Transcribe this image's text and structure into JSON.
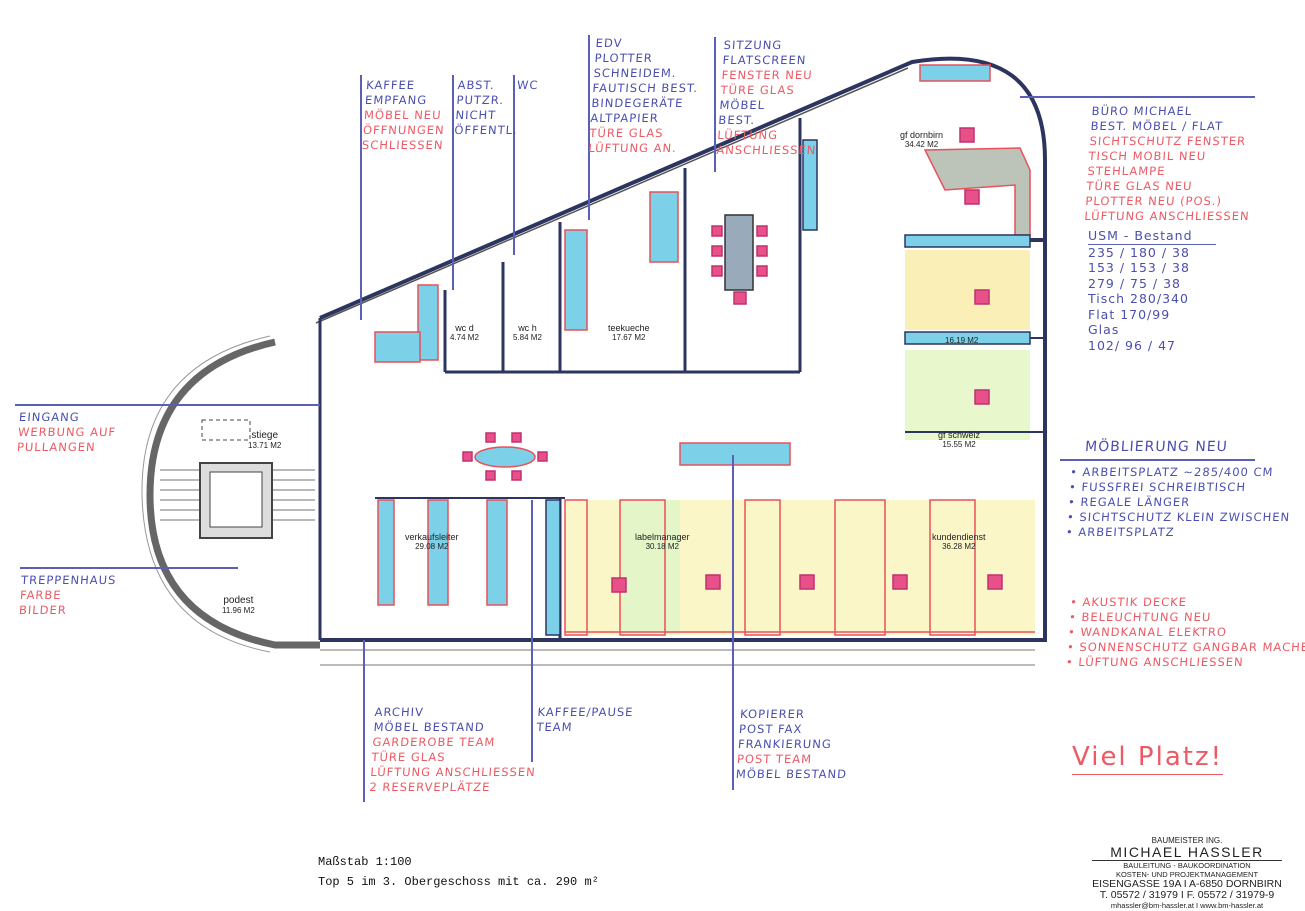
{
  "colors": {
    "blue_ink": "#4a4fb0",
    "red_ink": "#ec5a64",
    "wall": "#2c3560",
    "furniture_blue": "#7cd0e8",
    "chair_pink": "#e8508a"
  },
  "rooms": {
    "stiege": {
      "name": "stiege",
      "area": "13.71 M2"
    },
    "podest": {
      "name": "podest",
      "area": "11.96 M2"
    },
    "wc_d": {
      "name": "wc d",
      "area": "4.74 M2"
    },
    "wc_h": {
      "name": "wc h",
      "area": "5.84 M2"
    },
    "teekueche": {
      "name": "teekueche",
      "area": "17.67 M2"
    },
    "gf_dornbirn": {
      "name": "gf dornbirn",
      "area": "34.42 M2"
    },
    "office_16": {
      "area": "16,19 M2"
    },
    "gf_schweiz": {
      "name": "gf schweiz",
      "area": "15.55 M2"
    },
    "verkaufsleiter": {
      "name": "verkaufsleiter",
      "area": "29.08 M2"
    },
    "labelmanager": {
      "name": "labelmanager",
      "area": "30.18 M2"
    },
    "kundendienst": {
      "name": "kundendienst",
      "area": "36.28 M2"
    }
  },
  "notes": {
    "kaffee": [
      {
        "t": "Kaffee",
        "c": "blue"
      },
      {
        "t": "Empfang",
        "c": "blue"
      },
      {
        "t": "Möbel neu",
        "c": "red"
      },
      {
        "t": "Öffnungen",
        "c": "red"
      },
      {
        "t": "schliessen",
        "c": "red"
      }
    ],
    "abst": [
      {
        "t": "Abst.",
        "c": "blue"
      },
      {
        "t": "Putzr.",
        "c": "blue"
      },
      {
        "t": "nicht",
        "c": "blue"
      },
      {
        "t": "öffentl.",
        "c": "blue"
      }
    ],
    "wc": [
      {
        "t": "WC",
        "c": "blue"
      }
    ],
    "edv": [
      {
        "t": "EDV",
        "c": "blue"
      },
      {
        "t": "Plotter",
        "c": "blue"
      },
      {
        "t": "Schneidem.",
        "c": "blue"
      },
      {
        "t": "Fautisch best.",
        "c": "blue"
      },
      {
        "t": "Bindegeräte",
        "c": "blue"
      },
      {
        "t": "Altpapier",
        "c": "blue"
      },
      {
        "t": "Türe Glas",
        "c": "red"
      },
      {
        "t": "Lüftung an.",
        "c": "red"
      }
    ],
    "sitzung": [
      {
        "t": "Sitzung",
        "c": "blue"
      },
      {
        "t": "Flatscreen",
        "c": "blue"
      },
      {
        "t": "Fenster neu",
        "c": "red"
      },
      {
        "t": "Türe Glas",
        "c": "red"
      },
      {
        "t": "Möbel",
        "c": "blue"
      },
      {
        "t": "best.",
        "c": "blue"
      },
      {
        "t": "Lüftung",
        "c": "red"
      },
      {
        "t": "anschliessen",
        "c": "red"
      }
    ],
    "buero_michael": [
      {
        "t": "Büro Michael",
        "c": "blue"
      },
      {
        "t": "Best. Möbel / Flat",
        "c": "blue"
      },
      {
        "t": "Sichtschutz Fenster",
        "c": "red"
      },
      {
        "t": "Tisch mobil neu",
        "c": "red"
      },
      {
        "t": "Stehlampe",
        "c": "red"
      },
      {
        "t": "Türe Glas neu",
        "c": "red"
      },
      {
        "t": "Plotter neu (Pos.)",
        "c": "red"
      },
      {
        "t": "Lüftung anschliessen",
        "c": "red"
      }
    ],
    "eingang": [
      {
        "t": "Eingang",
        "c": "blue"
      },
      {
        "t": "Werbung auf",
        "c": "red"
      },
      {
        "t": "Pullangen",
        "c": "red"
      }
    ],
    "treppenhaus": [
      {
        "t": "Treppenhaus",
        "c": "blue"
      },
      {
        "t": "Farbe",
        "c": "red"
      },
      {
        "t": "Bilder",
        "c": "red"
      }
    ],
    "archiv": [
      {
        "t": "Archiv",
        "c": "blue"
      },
      {
        "t": "Möbel Bestand",
        "c": "blue"
      },
      {
        "t": "Garderobe Team",
        "c": "red"
      },
      {
        "t": "Türe Glas",
        "c": "red"
      },
      {
        "t": "Lüftung anschliessen",
        "c": "red"
      },
      {
        "t": "2 Reserveplätze",
        "c": "red"
      }
    ],
    "kaffee_pause": [
      {
        "t": "Kaffee/Pause",
        "c": "blue"
      },
      {
        "t": "Team",
        "c": "blue"
      }
    ],
    "kopierer": [
      {
        "t": "Kopierer",
        "c": "blue"
      },
      {
        "t": "Post Fax",
        "c": "blue"
      },
      {
        "t": "Frankierung",
        "c": "blue"
      },
      {
        "t": "Post Team",
        "c": "red"
      },
      {
        "t": "Möbel Bestand",
        "c": "blue"
      }
    ],
    "moeblierung_items": [
      {
        "t": "Arbeitsplatz ~285/400 cm",
        "c": "blue"
      },
      {
        "t": "Fussfrei Schreibtisch",
        "c": "blue"
      },
      {
        "t": "Regale länger",
        "c": "blue"
      },
      {
        "t": "Sichtschutz klein zwischen",
        "c": "blue"
      },
      {
        "t": "Arbeitsplatz",
        "c": "blue"
      }
    ],
    "massnahmen": [
      {
        "t": "Akustik Decke",
        "c": "red"
      },
      {
        "t": "Beleuchtung neu",
        "c": "red"
      },
      {
        "t": "Wandkanal Elektro",
        "c": "red"
      },
      {
        "t": "Sonnenschutz gangbar machen",
        "c": "red"
      },
      {
        "t": "Lüftung anschliessen",
        "c": "red"
      }
    ]
  },
  "moeblierung_title": "Möblierung neu",
  "usm": {
    "title": "USM - Bestand",
    "rows": [
      "235 / 180 / 38",
      "153 / 153 / 38",
      "279 / 75 / 38",
      "Tisch 280/340",
      "Flat 170/99",
      "Glas",
      "102/ 96 / 47"
    ]
  },
  "viel_platz": "Viel Platz!",
  "footer": {
    "scale": "Maßstab 1:100",
    "description": "Top 5 im 3. Obergeschoss mit ca. 290 m²"
  },
  "stamp": {
    "title": "BAUMEISTER ING.",
    "name": "MICHAEL HASSLER",
    "line1": "BAULEITUNG - BAUKOORDINATION",
    "line2": "KOSTEN- UND PROJEKTMANAGEMENT",
    "address": "EISENGASSE 19A I A-6850 DORNBIRN",
    "phone": "T. 05572 / 31979 I F. 05572 / 31979-9",
    "web": "mhassler@bm-hassler.at I www.bm-hassler.at"
  }
}
